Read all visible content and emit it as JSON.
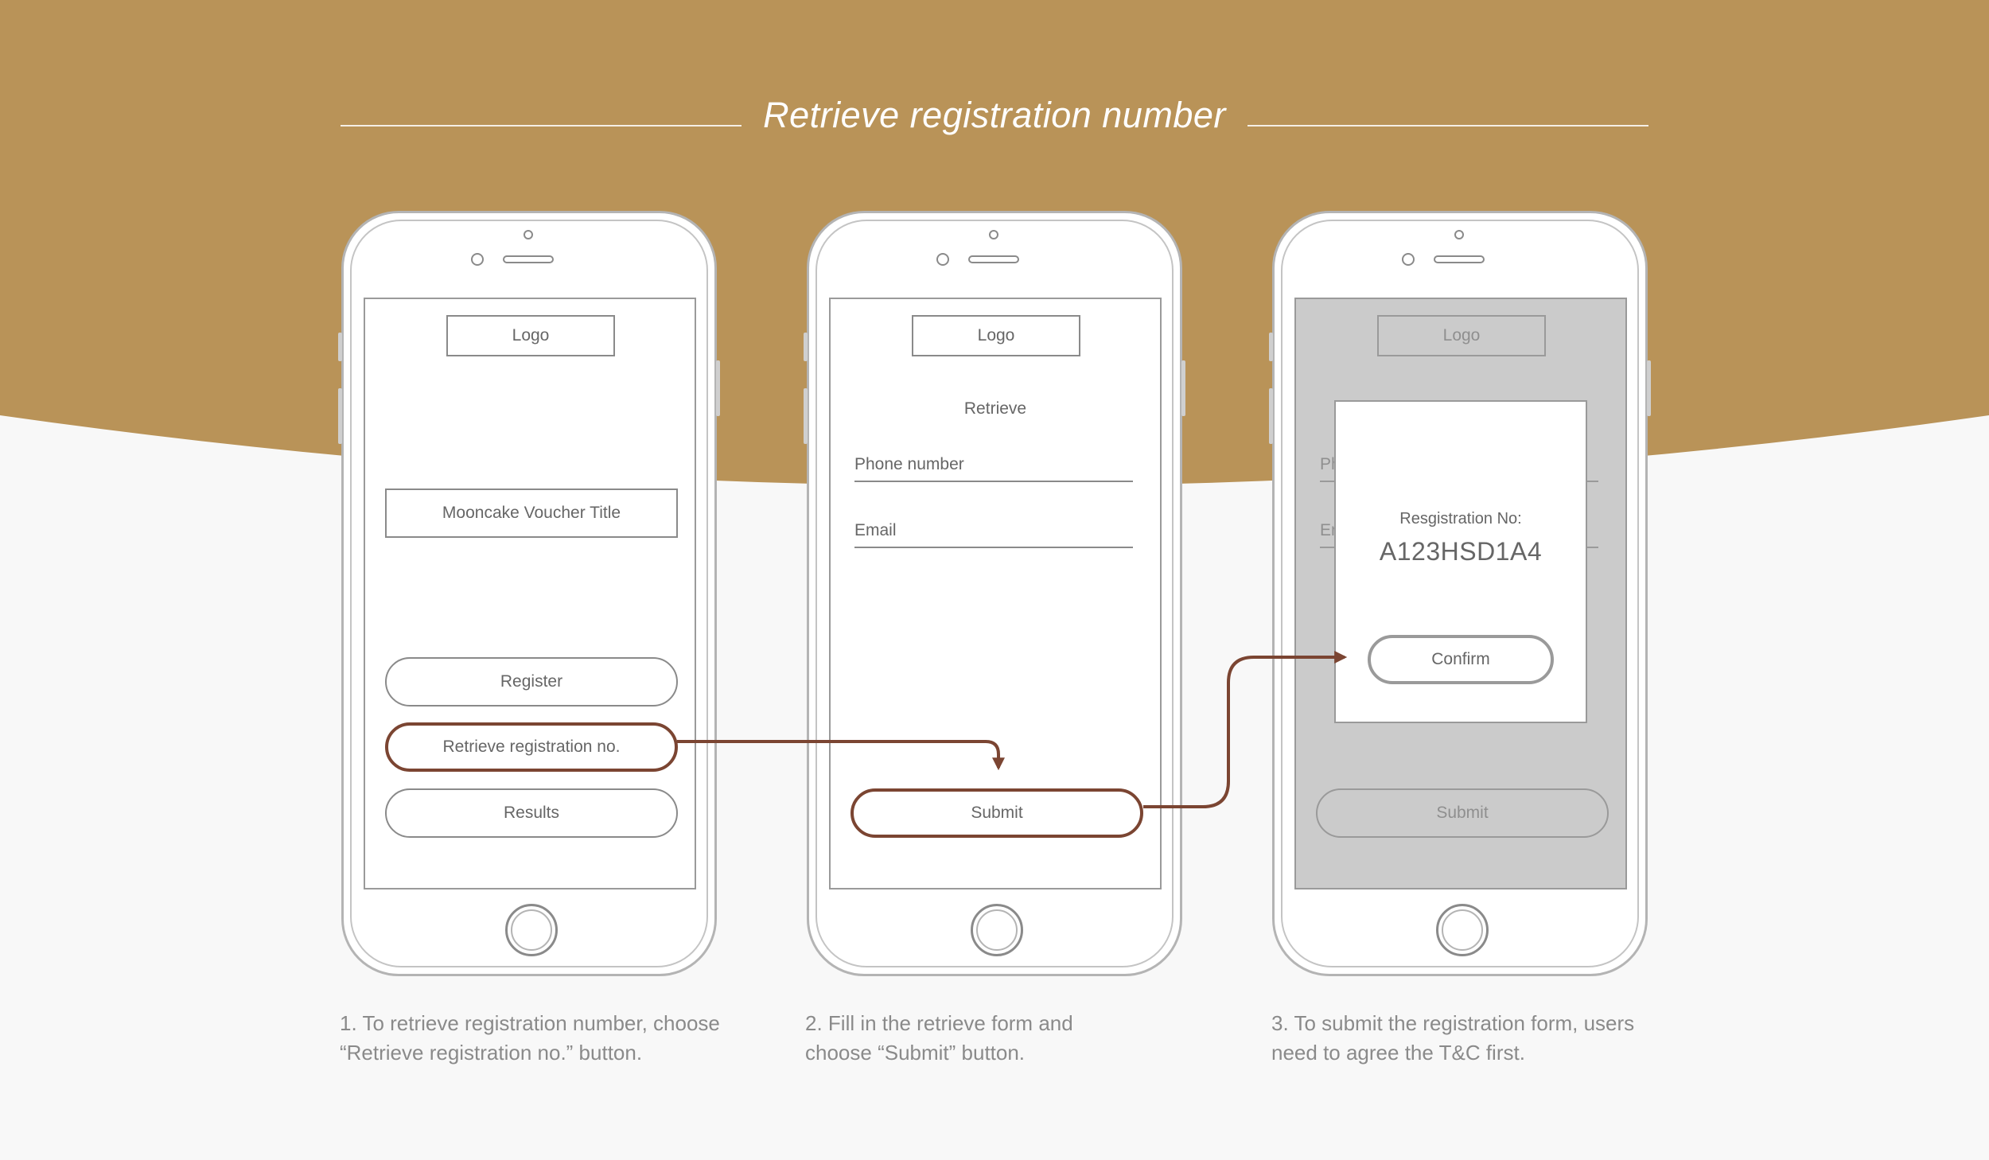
{
  "header": {
    "title": "Retrieve registration number"
  },
  "colors": {
    "brand_gold": "#b99358",
    "accent_brown": "#7b4532",
    "background": "#f8f8f8",
    "dim_overlay": "#cbcbcb"
  },
  "screens": [
    {
      "logo": "Logo",
      "voucher_title": "Mooncake Voucher Title",
      "buttons": {
        "register": "Register",
        "retrieve": "Retrieve registration no.",
        "results": "Results"
      },
      "caption": "1. To retrieve registration number, choose\n“Retrieve registration no.” button."
    },
    {
      "logo": "Logo",
      "heading": "Retrieve",
      "fields": {
        "phone": "Phone number",
        "email": "Email"
      },
      "submit": "Submit",
      "caption": "2. Fill in the retrieve form and\nchoose “Submit” button."
    },
    {
      "logo": "Logo",
      "fields_obscured": {
        "phone": "Ph",
        "email": "Er"
      },
      "modal": {
        "label": "Resgistration No:",
        "value": "A123HSD1A4",
        "confirm": "Confirm"
      },
      "submit": "Submit",
      "caption": "3. To submit the registration form, users\nneed to agree the T&C first."
    }
  ]
}
